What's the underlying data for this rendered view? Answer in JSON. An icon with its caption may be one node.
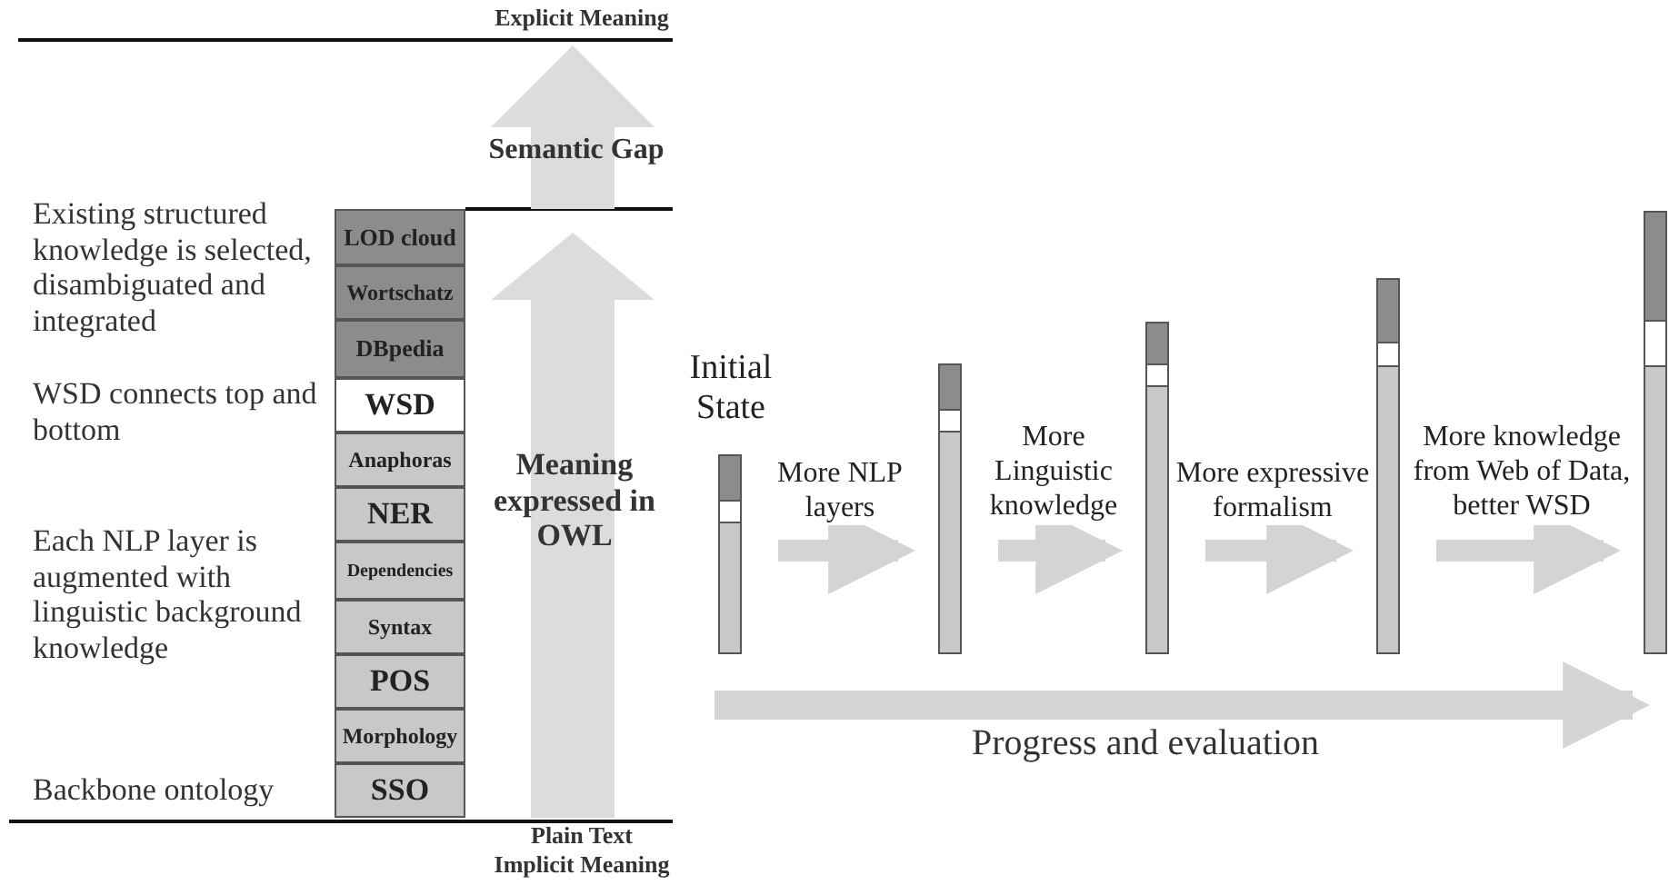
{
  "diagram": {
    "nodes": [
      {
        "text": [
          "LOD cloud"
        ]
      },
      {
        "text": [
          "Wortschatz"
        ]
      },
      {
        "text": [
          "DBpedia"
        ]
      },
      {
        "text": [
          "WSD"
        ]
      },
      {
        "text": [
          "Anaphoras"
        ]
      },
      {
        "text": [
          "NER"
        ]
      },
      {
        "text": [
          "Dependencies"
        ]
      },
      {
        "text": [
          "Syntax"
        ]
      },
      {
        "text": [
          "POS"
        ]
      },
      {
        "text": [
          "Morphology"
        ]
      },
      {
        "text": [
          "SSO"
        ]
      },
      {
        "text": [],
        "shape": "bar",
        "beside": [
          "Initial State"
        ]
      },
      {
        "text": [],
        "shape": "bar"
      },
      {
        "text": [],
        "shape": "bar"
      },
      {
        "text": [],
        "shape": "bar"
      },
      {
        "text": [],
        "shape": "bar"
      }
    ],
    "edges": [
      {
        "from": 11,
        "to": 12,
        "arrow": "to",
        "label": "More NLP layers"
      },
      {
        "from": 12,
        "to": 13,
        "arrow": "to",
        "label": "More Linguistic knowledge"
      },
      {
        "from": 13,
        "to": 14,
        "arrow": "to",
        "label": "More expressive formalism"
      },
      {
        "from": 14,
        "to": 15,
        "arrow": "to",
        "label": "More knowledge from Web of Data, better WSD"
      }
    ],
    "labels": [
      "Explicit Meaning",
      "Semantic Gap",
      "Existing structured knowledge is selected, disambiguated and integrated",
      "WSD connects top and bottom",
      "Each NLP layer is augmented with linguistic background knowledge",
      "Backbone ontology",
      "Meaning expressed in OWL",
      "Plain Text",
      "Implicit Meaning",
      "Progress and evaluation"
    ]
  }
}
